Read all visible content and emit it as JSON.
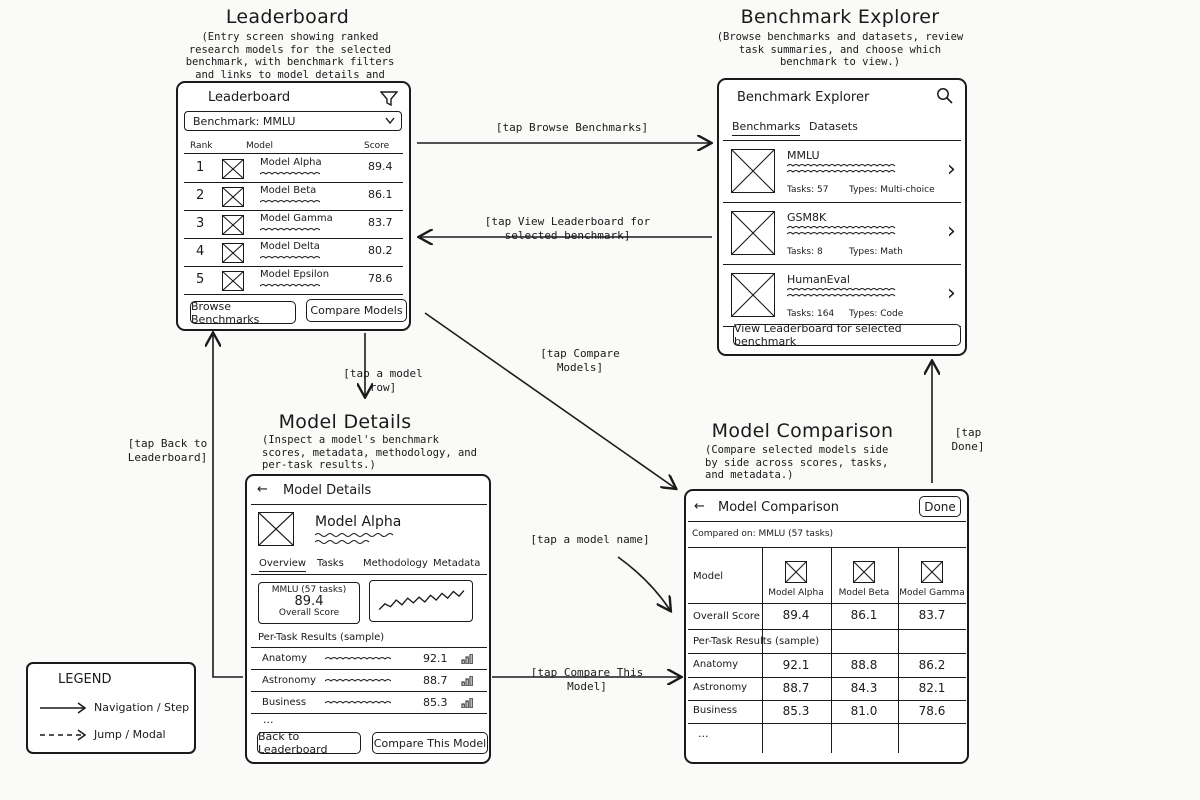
{
  "screens": {
    "leaderboard": {
      "title": "Leaderboard",
      "description": "(Entry screen showing ranked research models for the selected benchmark, with benchmark filters and links to model details and comparison.)",
      "header": "Leaderboard",
      "filter_icon": "filter-icon",
      "dropdown_value": "Benchmark: MMLU",
      "columns": [
        "Rank",
        "Model",
        "Score"
      ],
      "rows": [
        {
          "rank": "1",
          "model": "Model Alpha",
          "score": "89.4"
        },
        {
          "rank": "2",
          "model": "Model Beta",
          "score": "86.1"
        },
        {
          "rank": "3",
          "model": "Model Gamma",
          "score": "83.7"
        },
        {
          "rank": "4",
          "model": "Model Delta",
          "score": "80.2"
        },
        {
          "rank": "5",
          "model": "Model Epsilon",
          "score": "78.6"
        }
      ],
      "buttons": {
        "browse": "Browse Benchmarks",
        "compare": "Compare Models"
      }
    },
    "explorer": {
      "title": "Benchmark Explorer",
      "description": "(Browse benchmarks and datasets, review task summaries, and choose which benchmark to view.)",
      "header": "Benchmark Explorer",
      "search_icon": "search-icon",
      "tabs": [
        "Benchmarks",
        "Datasets"
      ],
      "items": [
        {
          "name": "MMLU",
          "tasks": "Tasks: 57",
          "types": "Types: Multi-choice"
        },
        {
          "name": "GSM8K",
          "tasks": "Tasks: 8",
          "types": "Types: Math"
        },
        {
          "name": "HumanEval",
          "tasks": "Tasks: 164",
          "types": "Types: Code"
        }
      ],
      "button": "View Leaderboard for selected benchmark"
    },
    "details": {
      "title": "Model Details",
      "description": "(Inspect a model's benchmark scores, metadata, methodology, and per-task results.)",
      "header": "Model Details",
      "model_name": "Model Alpha",
      "tabs": [
        "Overview",
        "Tasks",
        "Methodology",
        "Metadata"
      ],
      "score_card": {
        "benchmark": "MMLU (57 tasks)",
        "score": "89.4",
        "caption": "Overall Score"
      },
      "per_task_title": "Per-Task Results (sample)",
      "tasks": [
        {
          "name": "Anatomy",
          "score": "92.1"
        },
        {
          "name": "Astronomy",
          "score": "88.7"
        },
        {
          "name": "Business",
          "score": "85.3"
        }
      ],
      "ellipsis": "...",
      "buttons": {
        "back": "Back to Leaderboard",
        "compare": "Compare This Model"
      }
    },
    "comparison": {
      "title": "Model Comparison",
      "description": "(Compare selected models side by side across scores, tasks, and metadata.)",
      "header": "Model Comparison",
      "done": "Done",
      "compared_on_label": "Compared on:",
      "compared_on_value": "MMLU (57 tasks)",
      "model_label": "Model",
      "models": [
        "Model Alpha",
        "Model Beta",
        "Model Gamma"
      ],
      "overall_label": "Overall Score",
      "overall": [
        "89.4",
        "86.1",
        "83.7"
      ],
      "per_task_title": "Per-Task Results (sample)",
      "tasks": [
        {
          "name": "Anatomy",
          "values": [
            "92.1",
            "88.8",
            "86.2"
          ]
        },
        {
          "name": "Astronomy",
          "values": [
            "88.7",
            "84.3",
            "82.1"
          ]
        },
        {
          "name": "Business",
          "values": [
            "85.3",
            "81.0",
            "78.6"
          ]
        }
      ],
      "ellipsis": "..."
    }
  },
  "transitions": {
    "browse": "[tap Browse Benchmarks]",
    "view_lb": "[tap View Leaderboard for selected benchmark]",
    "compare_models": "[tap Compare Models]",
    "model_row": "[tap a model row]",
    "back_lb": "[tap Back to Leaderboard]",
    "done": "[tap Done]",
    "model_name": "[tap a model name]",
    "compare_this": "[tap Compare This Model]"
  },
  "legend": {
    "title": "LEGEND",
    "items": [
      "Navigation / Step",
      "Jump / Modal"
    ]
  }
}
